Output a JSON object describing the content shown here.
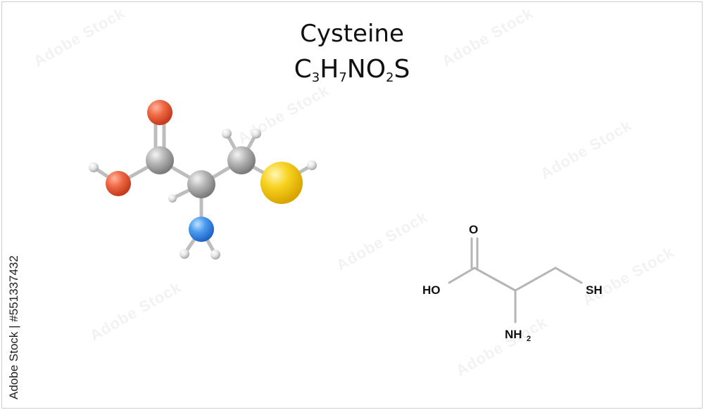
{
  "title": "Cysteine",
  "formula": {
    "c": "C",
    "c_n": "3",
    "h": "H",
    "h_n": "7",
    "n": "N",
    "o": "O",
    "o_n": "2",
    "s": "S"
  },
  "stock_id": "551337432",
  "watermark_text": "Adobe Stock",
  "skeletal": {
    "o_label": "O",
    "ho_label": "HO",
    "sh_label": "SH",
    "nh_label": "NH",
    "nh_sub": "2"
  },
  "colors": {
    "carbon": "#9c9c9c",
    "oxygen": "#e8563a",
    "nitrogen": "#3f8fe8",
    "sulfur": "#f2c81a",
    "hydrogen": "#e6e6e6",
    "bond": "#bdbdbd"
  }
}
